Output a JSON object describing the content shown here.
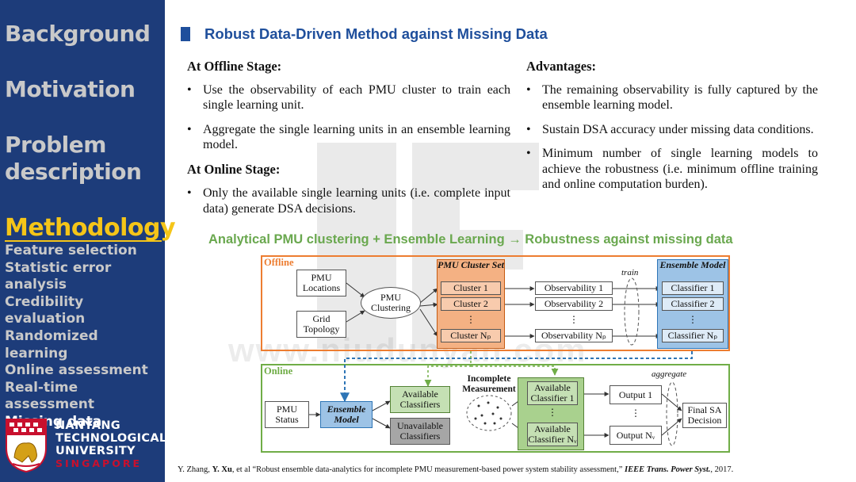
{
  "sidebar": {
    "items": [
      "Background",
      "Motivation",
      "Problem",
      "description",
      "Methodology"
    ],
    "sub_items": [
      "Feature selection",
      "Statistic error analysis",
      "Credibility evaluation",
      "Randomized learning",
      "Online assessment",
      "Real-time assessment",
      "Missing data"
    ],
    "university": [
      "NANYANG",
      "TECHNOLOGICAL",
      "UNIVERSITY",
      "SINGAPORE"
    ]
  },
  "title": "Robust Data-Driven Method against Missing Data",
  "left_col": {
    "offline_heading": "At Offline Stage:",
    "offline_bullets": [
      "Use the observability of each PMU cluster to train each single learning unit.",
      "Aggregate the single learning units in an ensemble learning model."
    ],
    "online_heading": "At Online Stage:",
    "online_bullets": [
      "Only the available single learning units (i.e. complete input data) generate DSA decisions."
    ]
  },
  "right_col": {
    "heading": "Advantages:",
    "bullets": [
      "The remaining observability is fully captured by the ensemble learning model.",
      "Sustain DSA accuracy under missing data conditions.",
      "Minimum number of single learning models to achieve the robustness (i.e. minimum offline training and online computation burden)."
    ]
  },
  "subtitle": "Analytical PMU clustering + Ensemble Learning → Robustness against missing data",
  "diagram": {
    "offline": "Offline",
    "online": "Online",
    "pmu_locations": "PMU Locations",
    "grid_topology": "Grid Topology",
    "pmu_clustering": "PMU Clustering",
    "cluster_set_title": "PMU Cluster Set",
    "clusters": [
      "Cluster 1",
      "Cluster 2",
      "⋮",
      "Cluster Nₚ"
    ],
    "observabilities": [
      "Observability 1",
      "Observability 2",
      "⋮",
      "Observability Nₚ"
    ],
    "train": "train",
    "ensemble_title": "Ensemble Model",
    "classifiers": [
      "Classifier 1",
      "Classifier 2",
      "⋮",
      "Classifier Nₚ"
    ],
    "pmu_status": "PMU Status",
    "ensemble_model_online": "Ensemble Model",
    "available_classifiers": "Available Classifiers",
    "unavailable_classifiers": "Unavailable Classifiers",
    "incomplete_measurement": "Incomplete Measurement",
    "avail_classifiers": [
      "Available Classifier 1",
      "⋮",
      "Available Classifier Nᵥ"
    ],
    "outputs": [
      "Output 1",
      "⋮",
      "Output Nᵥ"
    ],
    "aggregate": "aggregate",
    "final": "Final SA Decision"
  },
  "watermark_url": "www.niudunyan.com",
  "reference": {
    "authors_pre": "Y. Zhang, ",
    "author_bold": "Y. Xu",
    "authors_post": ", et al “Robust ensemble data-analytics for incomplete PMU measurement-based power system stability assessment,” ",
    "journal": "IEEE Trans. Power Syst.",
    "year": ", 2017."
  },
  "colors": {
    "sidebar_bg": "#1d3c7a",
    "active": "#f5c518",
    "title": "#1f4f9c",
    "offline_border": "#ed7d31",
    "online_border": "#70ad47",
    "cluster_fill": "#f4b183",
    "ensemble_fill": "#9dc3e6",
    "available_fill": "#c5e0b4",
    "unavailable_fill": "#a6a6a6"
  }
}
